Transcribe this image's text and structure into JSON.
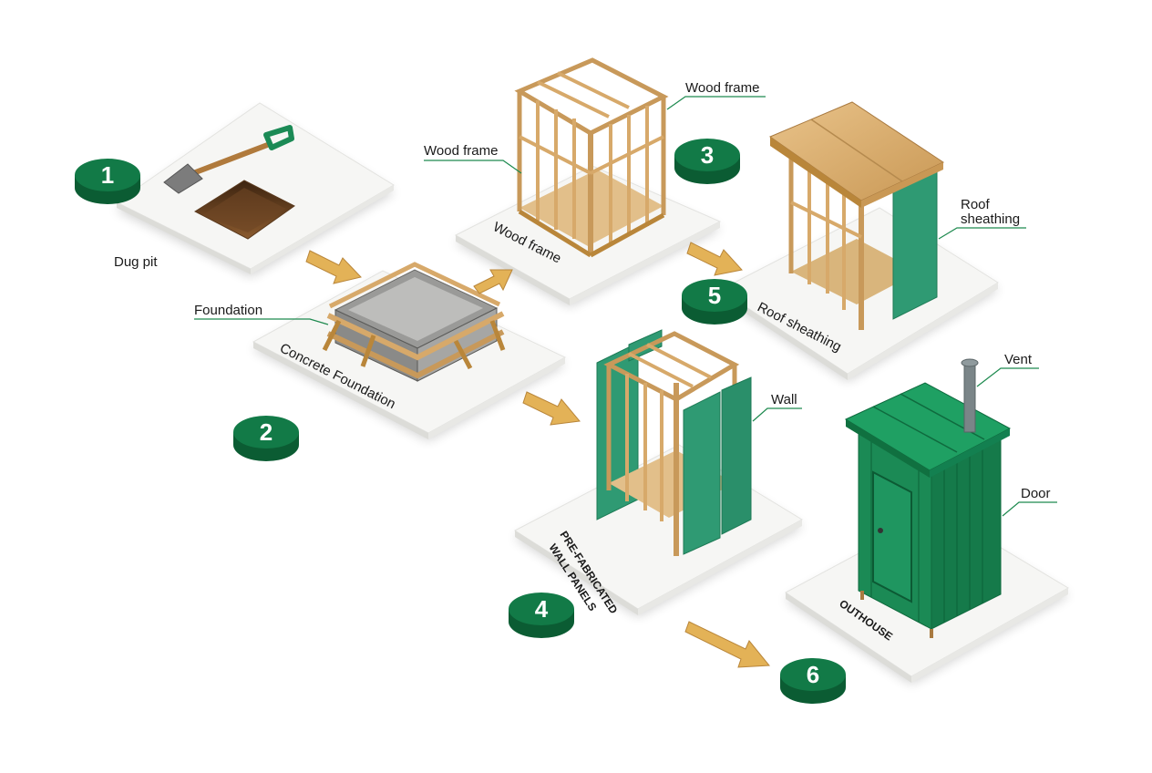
{
  "colors": {
    "badge": "#127a47",
    "badge_side": "#0b5c33",
    "arrow": "#e3b257",
    "arrow_edge": "#b9863a",
    "wood": "#d7a96a",
    "wood_dark": "#a97a40",
    "green_panel": "#2f9a73",
    "green_body": "#1b8a55",
    "platform": "#f6f6f4"
  },
  "steps": [
    {
      "number": "1",
      "platform_label": "Dug pit"
    },
    {
      "number": "2",
      "platform_label": "Concrete Foundation"
    },
    {
      "number": "3",
      "platform_label": "Wood frame"
    },
    {
      "number": "4",
      "platform_label": "PRE-FABRICATED\nWALL PANELS",
      "platform_label_line1": "PRE-FABRICATED",
      "platform_label_line2": "WALL PANELS"
    },
    {
      "number": "5",
      "platform_label": "Roof sheathing"
    },
    {
      "number": "6",
      "platform_label": "OUTHOUSE"
    }
  ],
  "callouts": {
    "foundation": "Foundation",
    "wood_frame_top": "Wood frame",
    "wood_frame_left": "Wood frame",
    "roof_sheathing_line1": "Roof",
    "roof_sheathing_line2": "sheathing",
    "wall": "Wall",
    "vent": "Vent",
    "door": "Door"
  },
  "icons": [
    "shovel-icon",
    "pit-icon",
    "arrow-icon"
  ]
}
